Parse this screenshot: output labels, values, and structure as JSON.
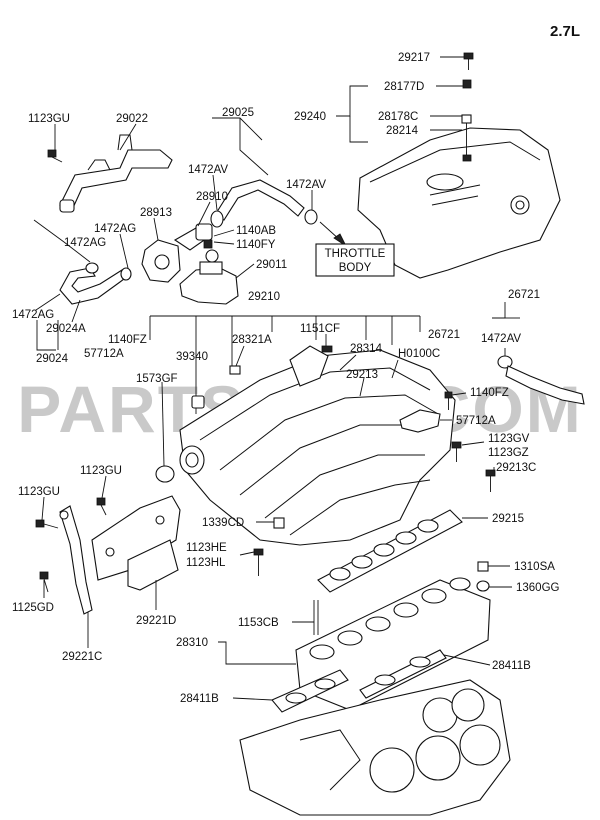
{
  "header": {
    "engine": "2.7L"
  },
  "watermark": {
    "text": "PARTSOUQ.COM"
  },
  "callouts": {
    "throttle_body": [
      "THROTTLE",
      "BODY"
    ]
  },
  "labels": [
    "29217",
    "28177D",
    "29240",
    "28178C",
    "28214",
    "1123GU",
    "29022",
    "29025",
    "1472AV",
    "28910",
    "1472AV",
    "28913",
    "1472AG",
    "1140AB",
    "1140FY",
    "1472AG",
    "29011",
    "1472AG",
    "29024A",
    "29024",
    "29210",
    "26721",
    "1140FZ",
    "57712A",
    "39340",
    "28321A",
    "1151CF",
    "28314",
    "26721",
    "H0100C",
    "1472AV",
    "1573GF",
    "29213",
    "1140FZ",
    "57712A",
    "1123GV",
    "1123GZ",
    "29213C",
    "1123GU",
    "1123GU",
    "1339CD",
    "29215",
    "1123HE",
    "1123HL",
    "1310SA",
    "1360GG",
    "1125GD",
    "29221D",
    "1153CB",
    "28310",
    "29221C",
    "28411B",
    "28411B"
  ]
}
